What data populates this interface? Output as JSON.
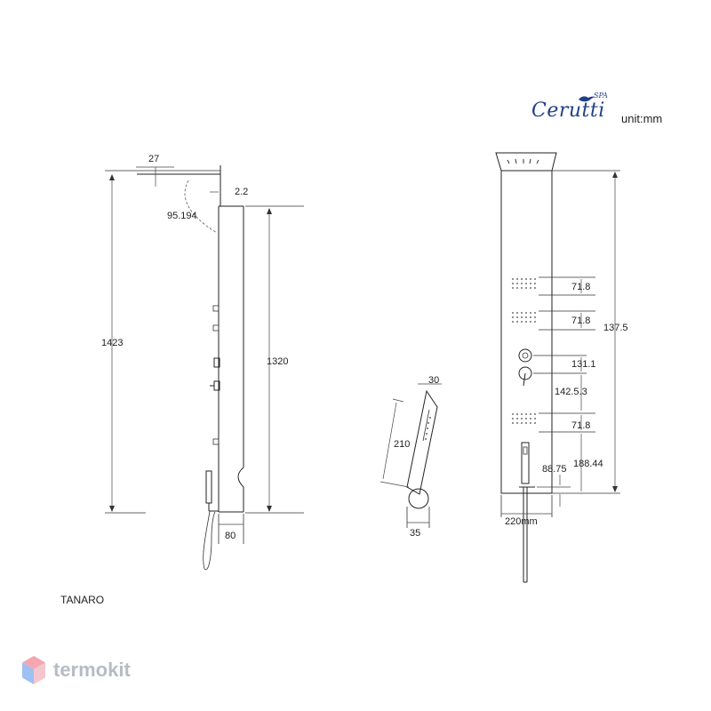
{
  "brand": {
    "name": "Cerutti",
    "superscript": "SPA"
  },
  "unit_label": "unit:mm",
  "model_name": "TANARO",
  "watermark": {
    "text": "termokit",
    "colors": {
      "hex_top": "#f4a7b1",
      "hex_left": "#9fc0f2",
      "hex_right": "#f6c6cf"
    }
  },
  "side_view": {
    "dims": {
      "top_width": "27",
      "offset": "2.2",
      "angle": "95.194",
      "total_height": "1423",
      "panel_height": "1320",
      "bottom_depth": "80"
    }
  },
  "hand_shower": {
    "dims": {
      "head_width": "30",
      "length": "210",
      "handle_width": "35"
    }
  },
  "front_view": {
    "dims": {
      "spray_1": "71.8",
      "spray_2": "71.8",
      "spray_3": "71.8",
      "height": "137.5",
      "valve_gap": "131.1",
      "valve_to_spray": "142.5.3",
      "spray_to_outlet": "188.44",
      "outlet_offset": "88.75",
      "width": "220mm"
    }
  }
}
